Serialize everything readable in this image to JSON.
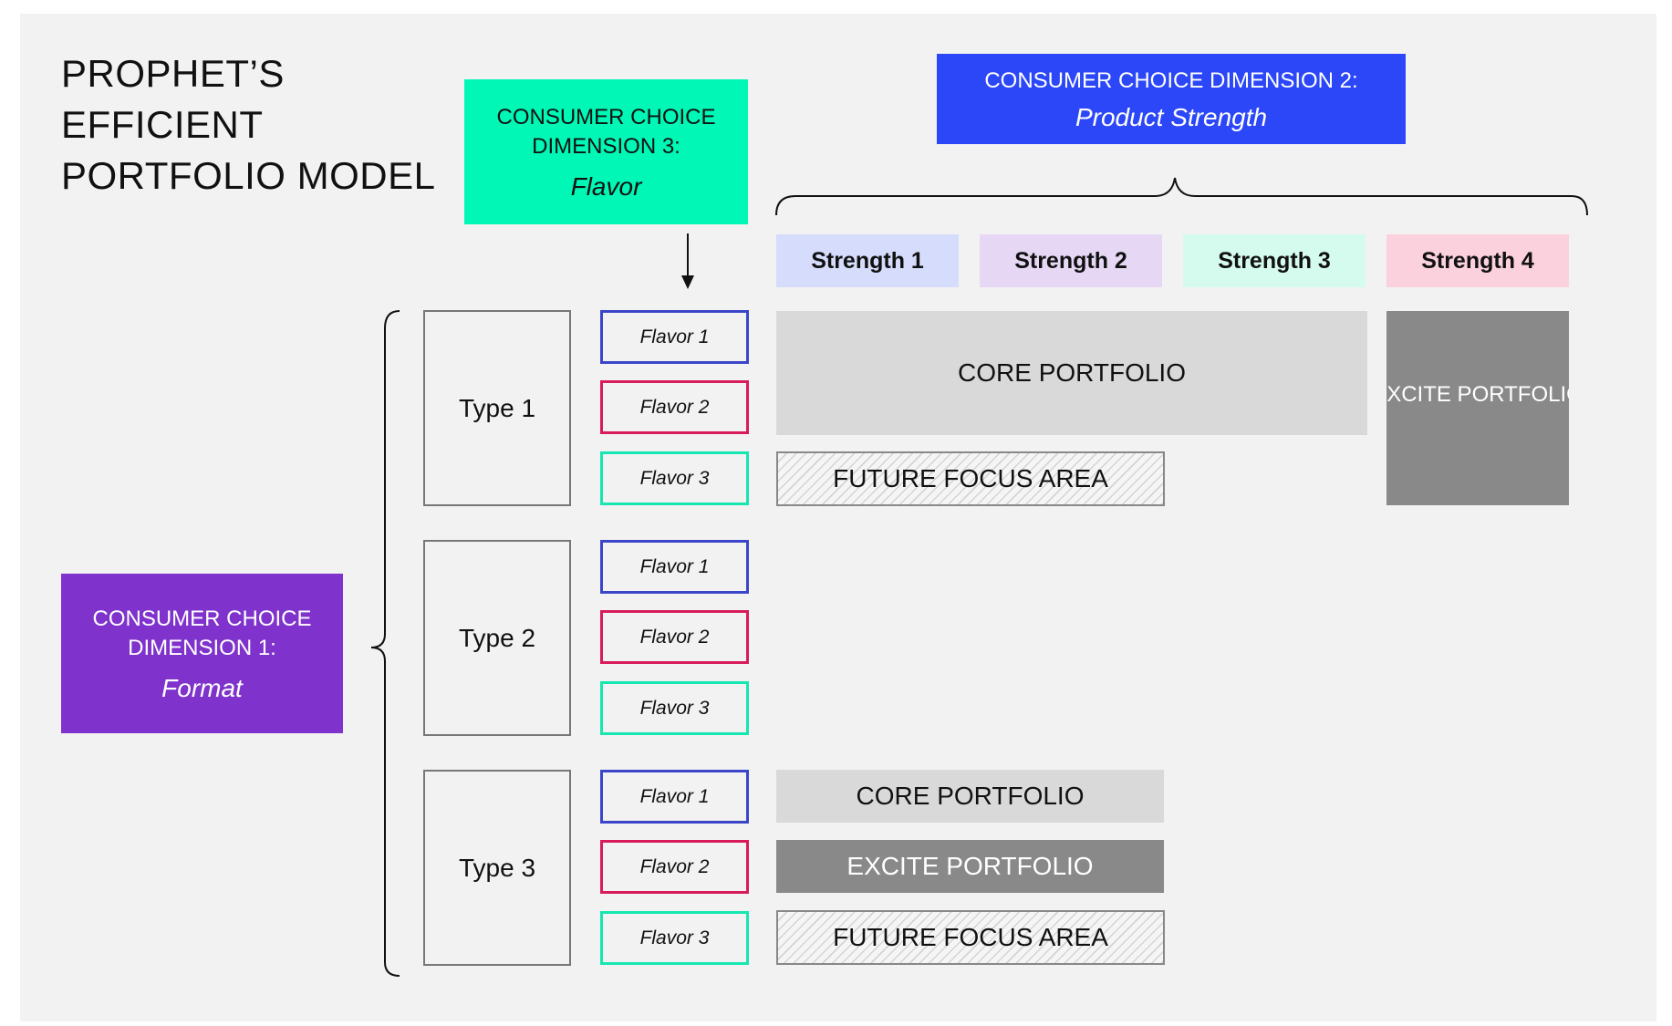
{
  "title": {
    "line1": "PROPHET’S",
    "line2": "EFFICIENT",
    "line3": "PORTFOLIO MODEL"
  },
  "dimension3": {
    "label_line1": "CONSUMER CHOICE",
    "label_line2": "DIMENSION 3:",
    "name": "Flavor",
    "color": "#00f7b5"
  },
  "dimension2": {
    "label": "CONSUMER CHOICE DIMENSION 2:",
    "name": "Product Strength",
    "color": "#2b47f7"
  },
  "dimension1": {
    "label_line1": "CONSUMER CHOICE",
    "label_line2": "DIMENSION 1:",
    "name": "Format",
    "color": "#7f33cc"
  },
  "strengths": [
    {
      "label": "Strength 1",
      "color": "#d6dcfb"
    },
    {
      "label": "Strength 2",
      "color": "#e6d8f5"
    },
    {
      "label": "Strength 3",
      "color": "#d4fbee"
    },
    {
      "label": "Strength 4",
      "color": "#fbd1de"
    }
  ],
  "types": [
    {
      "label": "Type 1",
      "flavors": [
        "Flavor 1",
        "Flavor 2",
        "Flavor 3"
      ]
    },
    {
      "label": "Type 2",
      "flavors": [
        "Flavor 1",
        "Flavor 2",
        "Flavor 3"
      ]
    },
    {
      "label": "Type 3",
      "flavors": [
        "Flavor 1",
        "Flavor 2",
        "Flavor 3"
      ]
    }
  ],
  "flavor_colors": [
    "#3b45c7",
    "#d81b5a",
    "#16e6b0"
  ],
  "portfolio": {
    "core_label": "CORE PORTFOLIO",
    "excite_label": "EXCITE PORTFOLIO",
    "future_label": "FUTURE FOCUS AREA"
  }
}
